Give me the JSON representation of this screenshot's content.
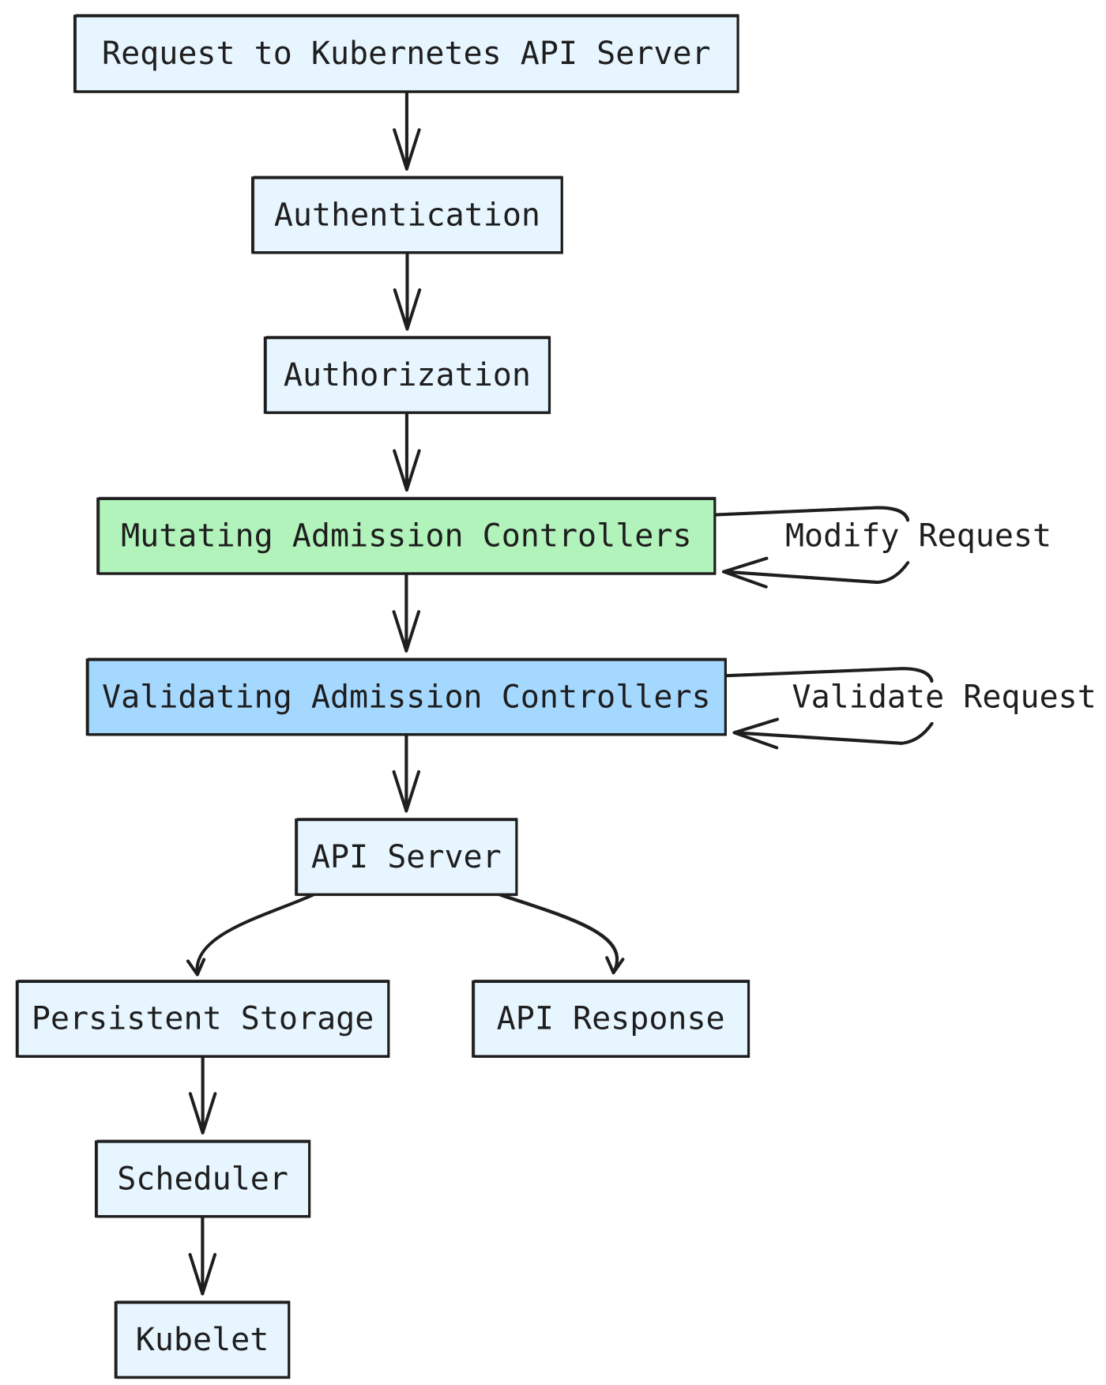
{
  "diagram": {
    "nodes": [
      {
        "id": "request",
        "label": "Request to Kubernetes API Server",
        "fill": "#e7f5ff"
      },
      {
        "id": "authentication",
        "label": "Authentication",
        "fill": "#e7f5ff"
      },
      {
        "id": "authorization",
        "label": "Authorization",
        "fill": "#e7f5ff"
      },
      {
        "id": "mutating",
        "label": "Mutating Admission Controllers",
        "fill": "#b2f2bb"
      },
      {
        "id": "validating",
        "label": "Validating Admission Controllers",
        "fill": "#a5d8ff"
      },
      {
        "id": "api_server",
        "label": "API Server",
        "fill": "#e7f5ff"
      },
      {
        "id": "persistent_storage",
        "label": "Persistent Storage",
        "fill": "#e7f5ff"
      },
      {
        "id": "api_response",
        "label": "API Response",
        "fill": "#e7f5ff"
      },
      {
        "id": "scheduler",
        "label": "Scheduler",
        "fill": "#e7f5ff"
      },
      {
        "id": "kubelet",
        "label": "Kubelet",
        "fill": "#e7f5ff"
      }
    ],
    "edges": [
      {
        "from": "request",
        "to": "authentication",
        "label": ""
      },
      {
        "from": "authentication",
        "to": "authorization",
        "label": ""
      },
      {
        "from": "authorization",
        "to": "mutating",
        "label": ""
      },
      {
        "from": "mutating",
        "to": "mutating",
        "label": "Modify Request"
      },
      {
        "from": "mutating",
        "to": "validating",
        "label": ""
      },
      {
        "from": "validating",
        "to": "validating",
        "label": "Validate Request"
      },
      {
        "from": "validating",
        "to": "api_server",
        "label": ""
      },
      {
        "from": "api_server",
        "to": "persistent_storage",
        "label": ""
      },
      {
        "from": "api_server",
        "to": "api_response",
        "label": ""
      },
      {
        "from": "persistent_storage",
        "to": "scheduler",
        "label": ""
      },
      {
        "from": "scheduler",
        "to": "kubelet",
        "label": ""
      }
    ],
    "colors": {
      "stroke": "#1e1e1e",
      "default_fill": "#e7f5ff",
      "mutating_fill": "#b2f2bb",
      "validating_fill": "#a5d8ff"
    }
  }
}
